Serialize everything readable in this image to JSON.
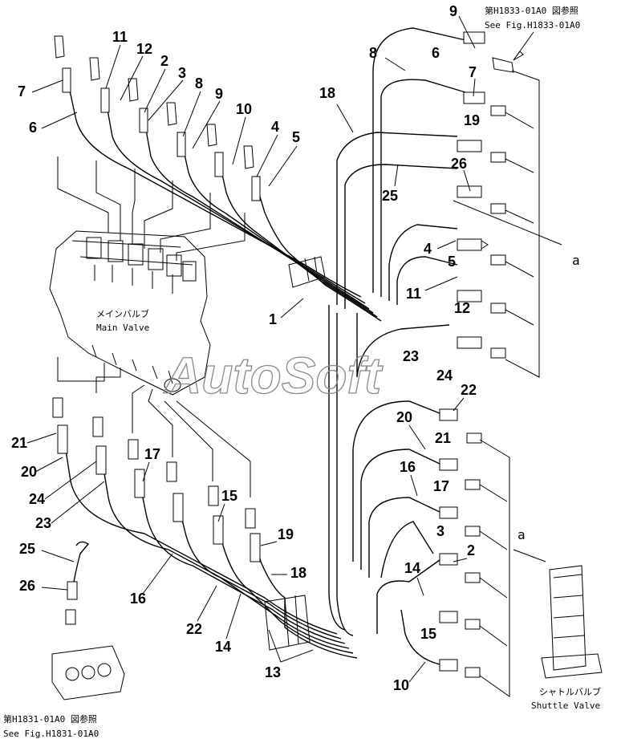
{
  "watermark": "AutoSoft",
  "references": {
    "top_jp": "第H1833-01A0 図参照",
    "top_en": "See Fig.H1833-01A0",
    "bottom_jp": "第H1831-01A0 図参照",
    "bottom_en": "See Fig.H1831-01A0"
  },
  "components": {
    "main_valve_jp": "メインバルブ",
    "main_valve_en": "Main Valve",
    "shuttle_valve_jp": "シャトルバルブ",
    "shuttle_valve_en": "Shuttle Valve"
  },
  "arrow_labels": {
    "a_right": "a",
    "a_lower": "a"
  },
  "callouts": {
    "c9_top": "9",
    "c8_top": "8",
    "c6_mid": "6",
    "c7_mid": "7",
    "c18_top": "18",
    "c19_mid": "19",
    "c26_mid": "26",
    "c25_mid": "25",
    "c4_mid": "4",
    "c5_mid": "5",
    "c11_mid": "11",
    "c12_mid": "12",
    "c23_mid": "23",
    "c24_mid": "24",
    "c22_mid": "22",
    "c20_mid": "20",
    "c21_mid": "21",
    "c16_mid": "16",
    "c17_mid": "17",
    "c3_mid": "3",
    "c2_mid": "2",
    "c14_mid": "14",
    "c15_mid": "15",
    "c10_mid": "10",
    "l7": "7",
    "l6": "6",
    "l11": "11",
    "l12": "12",
    "l2": "2",
    "l3": "3",
    "l8": "8",
    "l9": "9",
    "l10": "10",
    "l4": "4",
    "l5": "5",
    "l1": "1",
    "b21": "21",
    "b20": "20",
    "b24": "24",
    "b23": "23",
    "b17": "17",
    "b15": "15",
    "b19": "19",
    "b18": "18",
    "b25": "25",
    "b26": "26",
    "b16": "16",
    "b22": "22",
    "b14": "14",
    "b13": "13"
  }
}
